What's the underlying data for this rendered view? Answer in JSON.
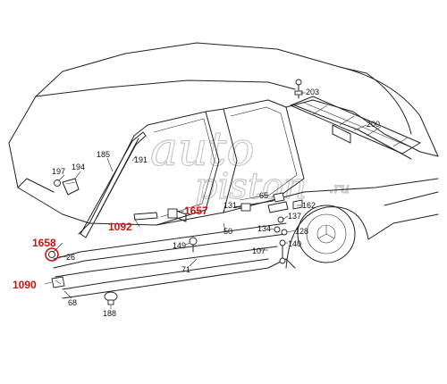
{
  "watermark": {
    "line1": "auto",
    "line2": "piston",
    "suffix": ".ru"
  },
  "labels": {
    "p185": "185",
    "p191": "191",
    "p197": "197",
    "p194": "194",
    "p1092": "1092",
    "p1657": "1657",
    "p1658": "1658",
    "p26": "26",
    "p1090": "1090",
    "p68": "68",
    "p188": "188",
    "p149": "149",
    "p71": "71",
    "p50": "50",
    "p131": "131",
    "p65": "65",
    "p162": "162",
    "p137": "137",
    "p134": "134",
    "p128": "128",
    "p140": "140",
    "p107": "107",
    "p203": "203",
    "p200": "200"
  },
  "colors": {
    "highlight": "#cc1111",
    "line": "#222222",
    "watermark": "#c8c8c8"
  }
}
